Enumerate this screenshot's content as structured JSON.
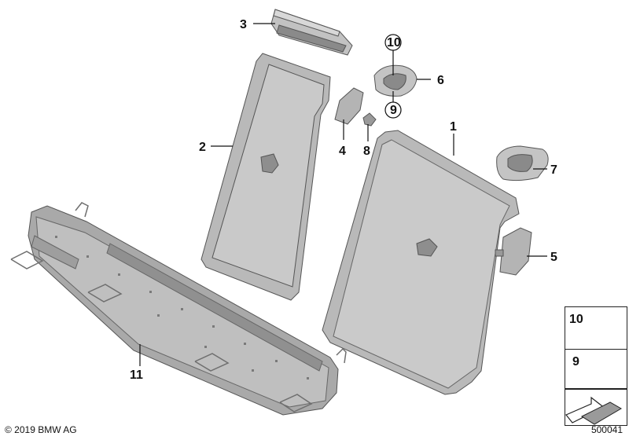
{
  "callouts": {
    "c1": "1",
    "c2": "2",
    "c3": "3",
    "c4": "4",
    "c5": "5",
    "c6": "6",
    "c7": "7",
    "c8": "8",
    "c9": "9",
    "c10": "10",
    "c11": "11"
  },
  "legend": {
    "item10": "10",
    "item9": "9"
  },
  "footer": {
    "copyright": "© 2019 BMW AG",
    "diagram_number": "500041"
  },
  "colors": {
    "part_fill": "#b9b9b9",
    "part_dark": "#8e8e8e",
    "part_light": "#d9d9d9",
    "line": "#111111"
  }
}
